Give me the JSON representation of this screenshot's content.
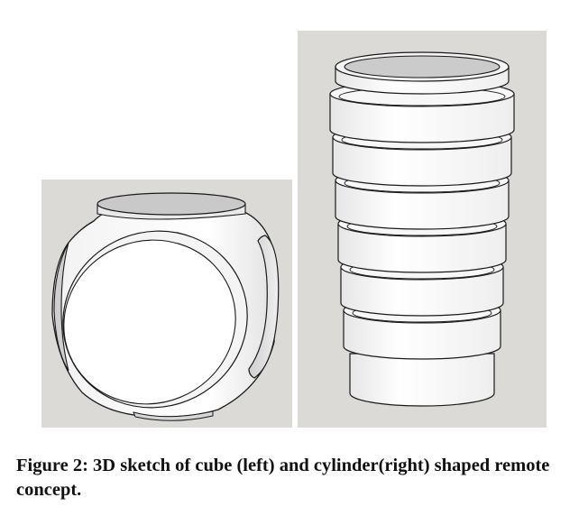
{
  "figure": {
    "label": "Figure 2:",
    "caption": "3D sketch of cube (left) and cylinder(right) shaped remote concept."
  },
  "images": {
    "left": {
      "subject": "cube-shaped remote concept sketch"
    },
    "right": {
      "subject": "cylinder-shaped remote concept sketch",
      "ring_count": 6
    }
  },
  "colors": {
    "panel_background": "#dbdad6",
    "model_face": "#ffffff",
    "model_top": "#c8c8c8",
    "outline": "#1a1a1a"
  }
}
